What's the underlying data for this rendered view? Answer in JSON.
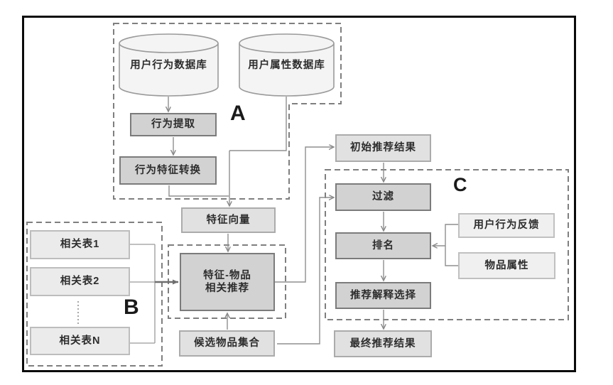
{
  "diagram": {
    "groups": {
      "a": {
        "label": "A"
      },
      "b": {
        "label": "B"
      },
      "c": {
        "label": "C"
      }
    },
    "nodes": {
      "behavior_db": {
        "label": "用户行为数据库",
        "shape": "cylinder"
      },
      "attribute_db": {
        "label": "用户属性数据库",
        "shape": "cylinder"
      },
      "behavior_extract": {
        "label": "行为提取"
      },
      "behavior_feature_convert": {
        "label": "行为特征转换"
      },
      "feature_vector": {
        "label": "特征向量"
      },
      "feature_item_rec": {
        "label_line1": "特征-物品",
        "label_line2": "相关推荐"
      },
      "candidate_items": {
        "label": "候选物品集合"
      },
      "related_table_1": {
        "label": "相关表1"
      },
      "related_table_2": {
        "label": "相关表2"
      },
      "related_table_n": {
        "label": "相关表N"
      },
      "initial_results": {
        "label": "初始推荐结果"
      },
      "filter": {
        "label": "过滤"
      },
      "ranking": {
        "label": "排名"
      },
      "explanation_select": {
        "label": "推荐解释选择"
      },
      "final_results": {
        "label": "最终推荐结果"
      },
      "user_feedback": {
        "label": "用户行为反馈"
      },
      "item_attributes": {
        "label": "物品属性"
      }
    },
    "colors": {
      "frame": "#0a0a0a",
      "dashed_border": "#7f7f7f",
      "connector": "#8f8f8f",
      "process_fill": "#d2d2d2",
      "process_border": "#7b7b7b",
      "data_fill": "#e1e1e1",
      "data_border": "#ababab",
      "side_fill": "#f0f0f0",
      "side_border": "#c0c0c0",
      "table_fill": "#ebebeb",
      "table_border": "#bdbdbd",
      "cylinder_fill": "#f4f4f4",
      "cylinder_border": "#9a9a9a"
    }
  }
}
